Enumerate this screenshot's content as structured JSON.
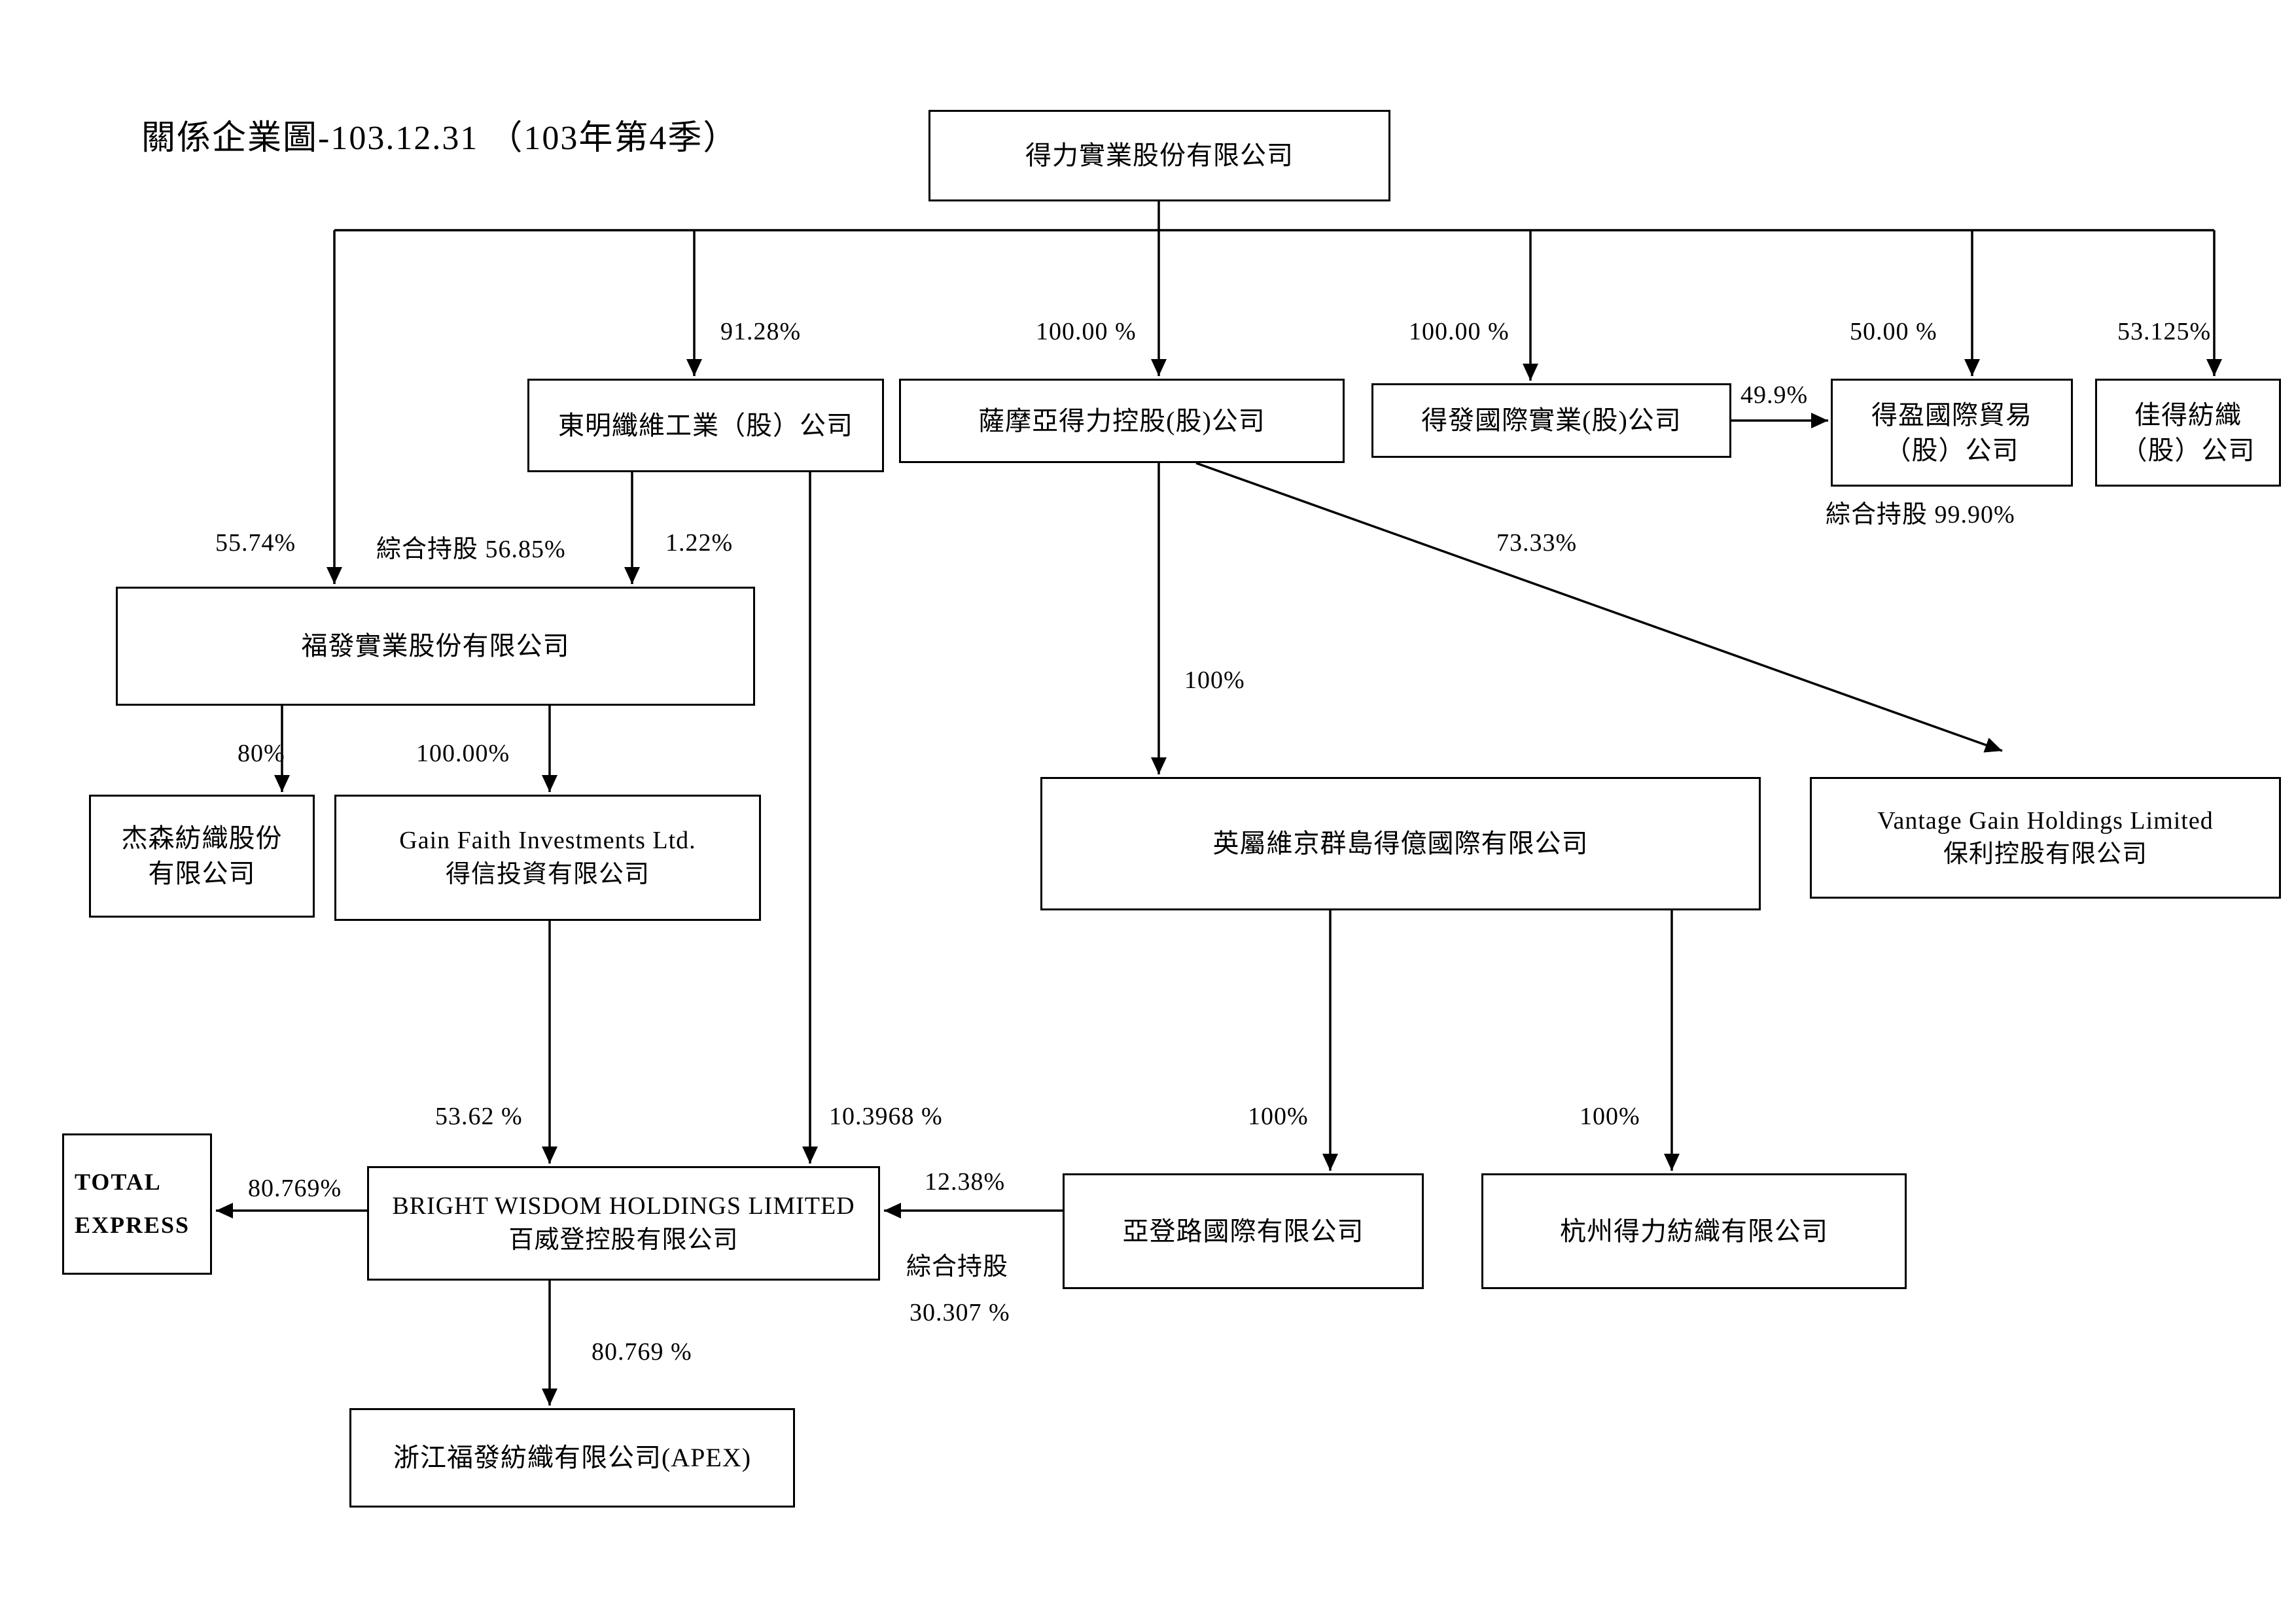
{
  "title": "關係企業圖-103.12.31 （103年第4季）",
  "nodes": {
    "deli": {
      "lines": [
        "得力實業股份有限公司"
      ]
    },
    "dongming": {
      "lines": [
        "東明纖維工業（股）公司"
      ]
    },
    "samoa": {
      "lines": [
        "薩摩亞得力控股(股)公司"
      ]
    },
    "defa": {
      "lines": [
        "得發國際實業(股)公司"
      ]
    },
    "deying": {
      "lines": [
        "得盈國際貿易",
        "（股）公司"
      ]
    },
    "jiade": {
      "lines": [
        "佳得紡織",
        "（股）公司"
      ]
    },
    "fufa": {
      "lines": [
        "福發實業股份有限公司"
      ]
    },
    "jiesen": {
      "lines": [
        "杰森紡織股份",
        "有限公司"
      ]
    },
    "gainfaith": {
      "lines": [
        "Gain Faith Investments Ltd.",
        "得信投資有限公司"
      ]
    },
    "bvi": {
      "lines": [
        "英屬維京群島得億國際有限公司"
      ]
    },
    "vantage": {
      "lines": [
        "Vantage Gain Holdings Limited",
        "保利控股有限公司"
      ]
    },
    "yadenglu": {
      "lines": [
        "亞登路國際有限公司"
      ]
    },
    "hangzhou": {
      "lines": [
        "杭州得力紡織有限公司"
      ]
    },
    "bright": {
      "lines": [
        "BRIGHT WISDOM HOLDINGS LIMITED",
        "百威登控股有限公司"
      ]
    },
    "total": {
      "lines": [
        "TOTAL",
        "EXPRESS"
      ]
    },
    "zhejiang": {
      "lines": [
        "浙江福發紡織有限公司(APEX)"
      ]
    }
  },
  "labels": {
    "pct_dongming": "91.28%",
    "pct_samoa": "100.00 %",
    "pct_defa": "100.00 %",
    "pct_deying": "50.00 %",
    "pct_jiade": "53.125%",
    "pct_defa_to_deying": "49.9%",
    "combined_deying": "綜合持股  99.90%",
    "pct_fufa": "55.74%",
    "combined_fufa": "綜合持股 56.85%",
    "pct_dongming_to_fufa": "1.22%",
    "pct_jiesen": "80%",
    "pct_gainfaith": "100.00%",
    "pct_bvi": "100%",
    "pct_vantage": "73.33%",
    "pct_yadenglu": "100%",
    "pct_hangzhou": "100%",
    "pct_gainfaith_to_bright": "53.62 %",
    "pct_dongming_to_bright": "10.3968 %",
    "pct_yadenglu_to_bright": "12.38%",
    "combined_bright_title": "綜合持股",
    "combined_bright_value": "30.307 %",
    "pct_bright_to_total": "80.769%",
    "pct_bright_to_zhejiang": "80.769 %"
  }
}
